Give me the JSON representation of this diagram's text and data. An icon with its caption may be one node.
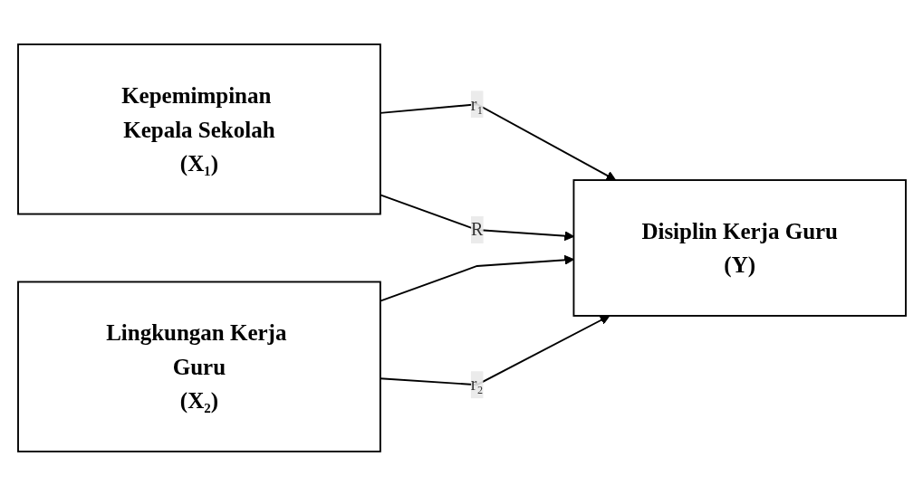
{
  "diagram": {
    "nodes": [
      {
        "text": [
          "Kepemimpinan Kepala Sekolah",
          "(X₁)"
        ]
      },
      {
        "text": [
          "Lingkungan Kerja Guru",
          "(X₂)"
        ]
      },
      {
        "text": [
          "Disiplin Kerja Guru",
          "(Y)"
        ]
      }
    ],
    "edges": [
      {
        "from": 0,
        "to": 2,
        "arrow": "to",
        "label": "r₁"
      },
      {
        "from": 0,
        "to": 2,
        "arrow": "to",
        "label": "R"
      },
      {
        "from": 1,
        "to": 2,
        "arrow": "to"
      },
      {
        "from": 1,
        "to": 2,
        "arrow": "to",
        "label": "r₂"
      }
    ]
  }
}
